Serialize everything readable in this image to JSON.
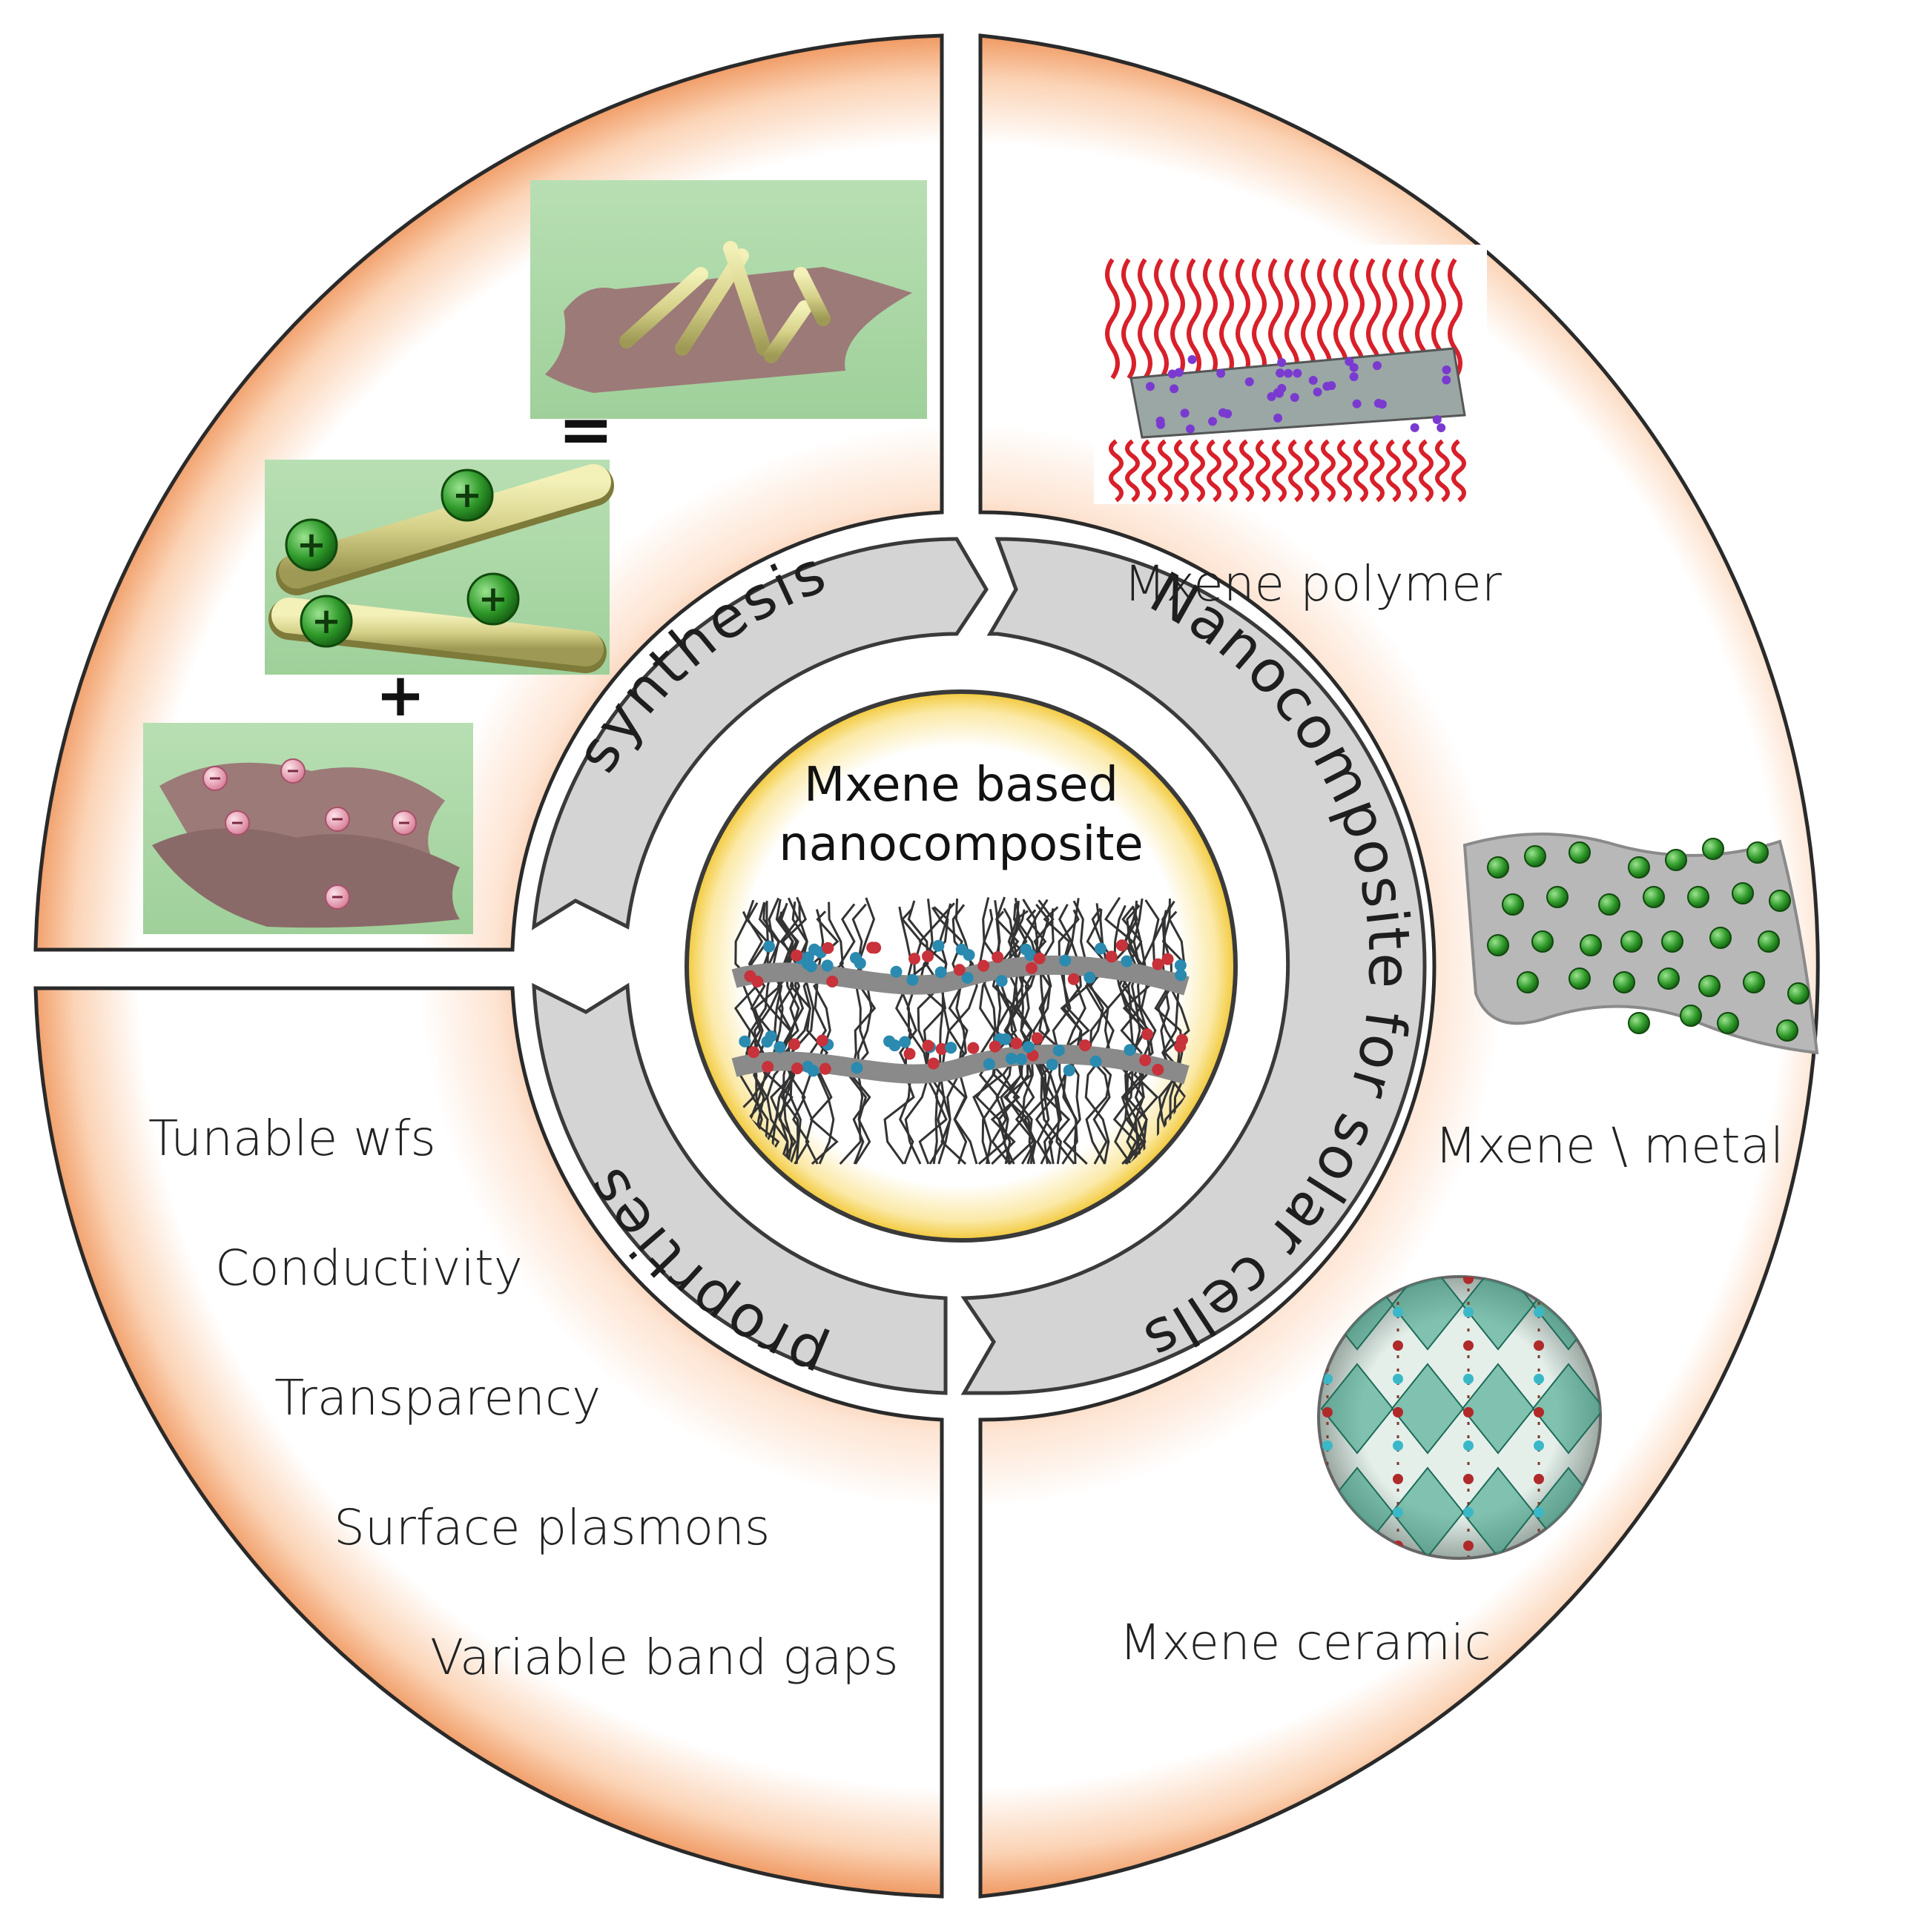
{
  "center": {
    "title_line1": "Mxene  based",
    "title_line2": "nanocomposite"
  },
  "ring": {
    "synthesis": "synthesis",
    "nanocomposite": "Nanocomposite for solar cells",
    "properties": "proprties"
  },
  "synthesis_panel": {
    "equals": "=",
    "plus": "+"
  },
  "properties_list": [
    "Tunable wfs",
    "Conductivity",
    "Transparency",
    "Surface plasmons",
    "Variable band gaps"
  ],
  "nanocomposite_types": {
    "polymer": "Mxene polymer",
    "metal": "Mxene \\ metal",
    "ceramic": "Mxene ceramic"
  },
  "colors": {
    "quadrant_glow": "#f2a06a",
    "ring_fill": "#d4d4d4",
    "ring_stroke": "#3a3a3a",
    "center_glow": "#f6d24a",
    "green_bg": "#a9d6a6",
    "sheet": "#9c7a78",
    "rod": "#d8d48a",
    "polymer_red": "#d8202a",
    "nanoparticle_green": "#2f9a2a",
    "crystal_teal": "#2f9a80"
  }
}
